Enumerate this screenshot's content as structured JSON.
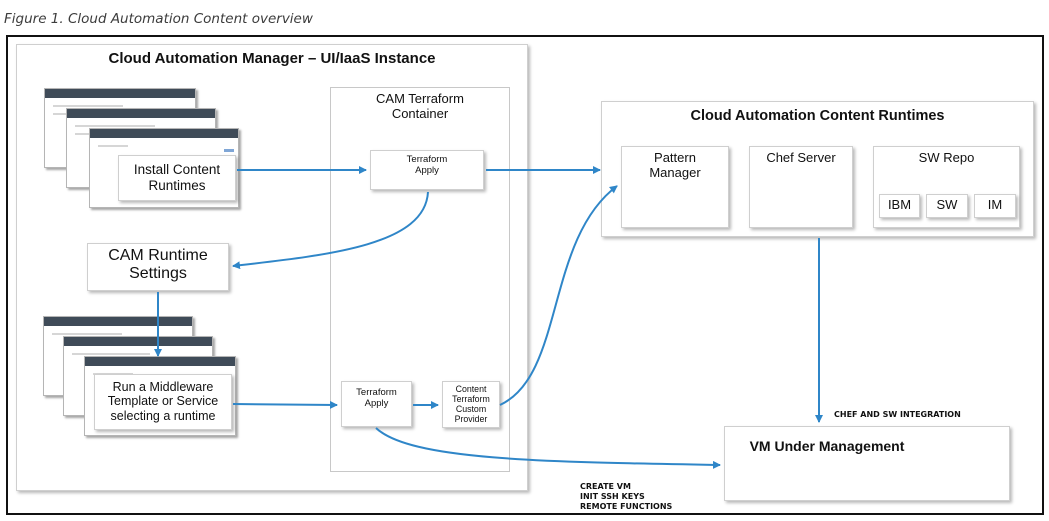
{
  "caption": "Figure 1. Cloud Automation Content overview",
  "cam_instance": {
    "title": "Cloud Automation Manager – UI/IaaS Instance"
  },
  "terraform_container": {
    "title": "CAM Terraform Container"
  },
  "terraform_apply_top": "Terraform Apply",
  "terraform_apply_bottom": "Terraform Apply",
  "content_provider": "Content Terraform Custom Provider",
  "install_runtimes": "Install Content Runtimes",
  "runtime_settings": "CAM Runtime Settings",
  "run_template": "Run a Middleware Template or Service selecting a runtime",
  "content_runtimes": {
    "title": "Cloud Automation Content Runtimes",
    "pattern_manager": "Pattern Manager",
    "chef_server": "Chef Server",
    "sw_repo": {
      "title": "SW Repo",
      "items": [
        "IBM",
        "SW",
        "IM"
      ]
    }
  },
  "vm_under_management": "VM Under Management",
  "annotations": {
    "chef_sw": "CHEF AND SW INTEGRATION",
    "create_vm": [
      "CREATE VM",
      "INIT SSH KEYS",
      "REMOTE FUNCTIONS"
    ]
  },
  "colors": {
    "arrow": "#2f86c8",
    "frame": "#111111"
  }
}
